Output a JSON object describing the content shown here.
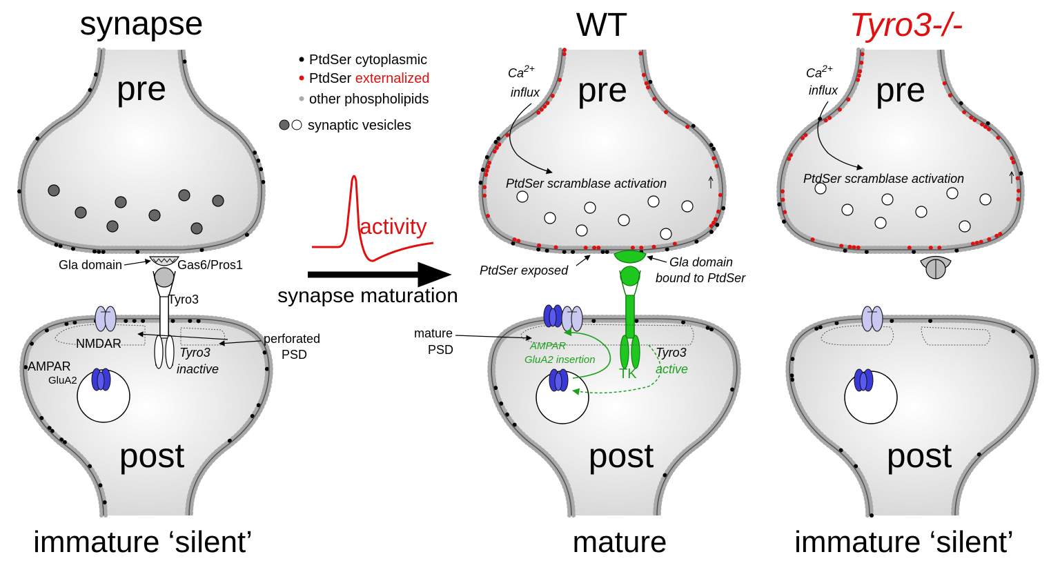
{
  "panels": {
    "synapse": {
      "title": "synapse",
      "pre": "pre",
      "post": "post",
      "state": "immature ‘silent’",
      "gla_domain": "Gla domain",
      "gas6": "Gas6/Pros1",
      "tyro3": "Tyro3",
      "nmdar": "NMDAR",
      "ampar": "AMPAR",
      "glua2": "GluA2",
      "perforated_1": "perforated",
      "perforated_2": "PSD",
      "tyro3_state_1": "Tyro3",
      "tyro3_state_2": "inactive"
    },
    "wt": {
      "title": "WT",
      "pre": "pre",
      "post": "post",
      "state": "mature",
      "ca": "Ca",
      "ca_sup": "2+",
      "influx": "influx",
      "scramblase": "PtdSer scramblase activation",
      "exposed": "PtdSer exposed",
      "gla_1": "Gla domain",
      "gla_2": "bound to PtdSer",
      "mature_psd_1": "mature",
      "mature_psd_2": "PSD",
      "ampar_ins_1": "AMPAR",
      "ampar_ins_2": "GluA2 insertion",
      "tyro3_active_1": "Tyro3",
      "tyro3_active_2": "active",
      "tk": "TK"
    },
    "ko": {
      "title": "Tyro3-/-",
      "pre": "pre",
      "post": "post",
      "state": "immature ‘silent’",
      "ca": "Ca",
      "ca_sup": "2+",
      "influx": "influx",
      "scramblase": "PtdSer scramblase activation"
    }
  },
  "legend": {
    "items": [
      {
        "text": "PtdSer cytoplasmic",
        "color": "#000000"
      },
      {
        "text_a": "PtdSer ",
        "text_b": "externalized",
        "color": "#e01010"
      },
      {
        "text": "other phospholipids",
        "color": "#aaaaaa"
      },
      {
        "text": "synaptic vesicles",
        "color": "#666666"
      }
    ]
  },
  "arrow": {
    "activity": "activity",
    "maturation": "synapse maturation"
  },
  "colors": {
    "red": "#e01010",
    "green": "#1ec81e",
    "green_dark": "#159a15",
    "receptor_blue": "#3a3ad8",
    "nmdar_fill": "#c8c8f0",
    "membrane_gray": "#a8a8a8",
    "membrane_line": "#555555"
  }
}
